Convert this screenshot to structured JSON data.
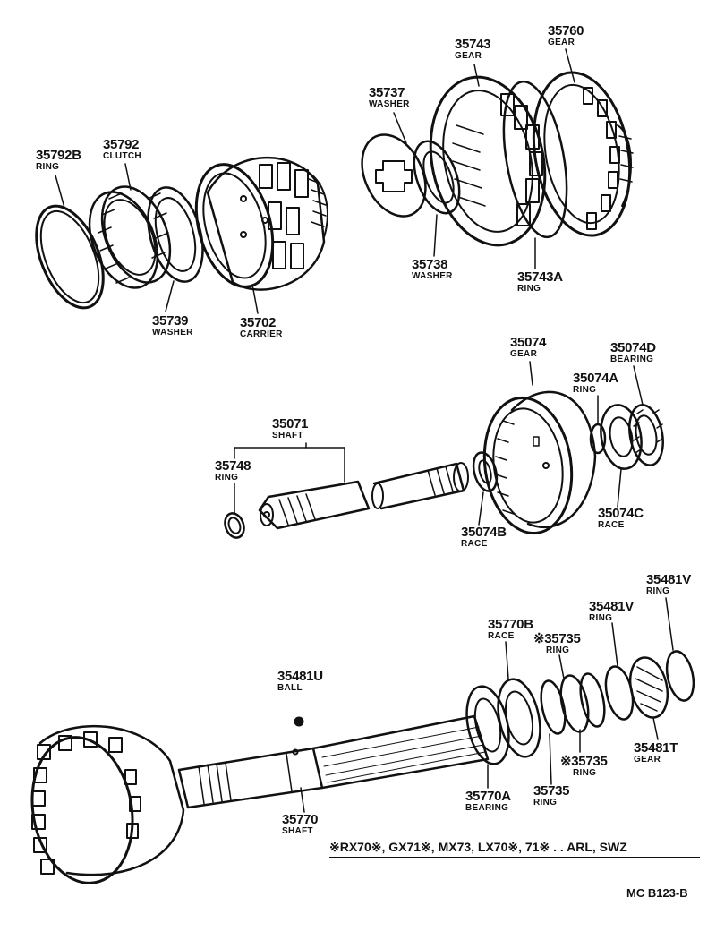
{
  "parts": [
    {
      "id": "p35792B",
      "num": "35792B",
      "name": "RING"
    },
    {
      "id": "p35792",
      "num": "35792",
      "name": "CLUTCH"
    },
    {
      "id": "p35739",
      "num": "35739",
      "name": "WASHER"
    },
    {
      "id": "p35702",
      "num": "35702",
      "name": "CARRIER"
    },
    {
      "id": "p35737",
      "num": "35737",
      "name": "WASHER"
    },
    {
      "id": "p35738",
      "num": "35738",
      "name": "WASHER"
    },
    {
      "id": "p35743",
      "num": "35743",
      "name": "GEAR"
    },
    {
      "id": "p35760",
      "num": "35760",
      "name": "GEAR"
    },
    {
      "id": "p35743A",
      "num": "35743A",
      "name": "RING"
    },
    {
      "id": "p35074",
      "num": "35074",
      "name": "GEAR"
    },
    {
      "id": "p35074D",
      "num": "35074D",
      "name": "BEARING"
    },
    {
      "id": "p35074A",
      "num": "35074A",
      "name": "RING"
    },
    {
      "id": "p35074C",
      "num": "35074C",
      "name": "RACE"
    },
    {
      "id": "p35074B",
      "num": "35074B",
      "name": "RACE"
    },
    {
      "id": "p35071",
      "num": "35071",
      "name": "SHAFT"
    },
    {
      "id": "p35748",
      "num": "35748",
      "name": "RING"
    },
    {
      "id": "p35481V1",
      "num": "35481V",
      "name": "RING"
    },
    {
      "id": "p35481V2",
      "num": "35481V",
      "name": "RING"
    },
    {
      "id": "p35770B",
      "num": "35770B",
      "name": "RACE"
    },
    {
      "id": "p35735a",
      "num": "※35735",
      "name": "RING"
    },
    {
      "id": "p35481U",
      "num": "35481U",
      "name": "BALL"
    },
    {
      "id": "p35481T",
      "num": "35481T",
      "name": "GEAR"
    },
    {
      "id": "p35735b",
      "num": "※35735",
      "name": "RING"
    },
    {
      "id": "p35735c",
      "num": "35735",
      "name": "RING"
    },
    {
      "id": "p35770A",
      "num": "35770A",
      "name": "BEARING"
    },
    {
      "id": "p35770",
      "num": "35770",
      "name": "SHAFT"
    }
  ],
  "footnote": "※RX70※, GX71※, MX73, LX70※, 71※ . . ARL, SWZ",
  "diagram_code": "MC B123-B"
}
